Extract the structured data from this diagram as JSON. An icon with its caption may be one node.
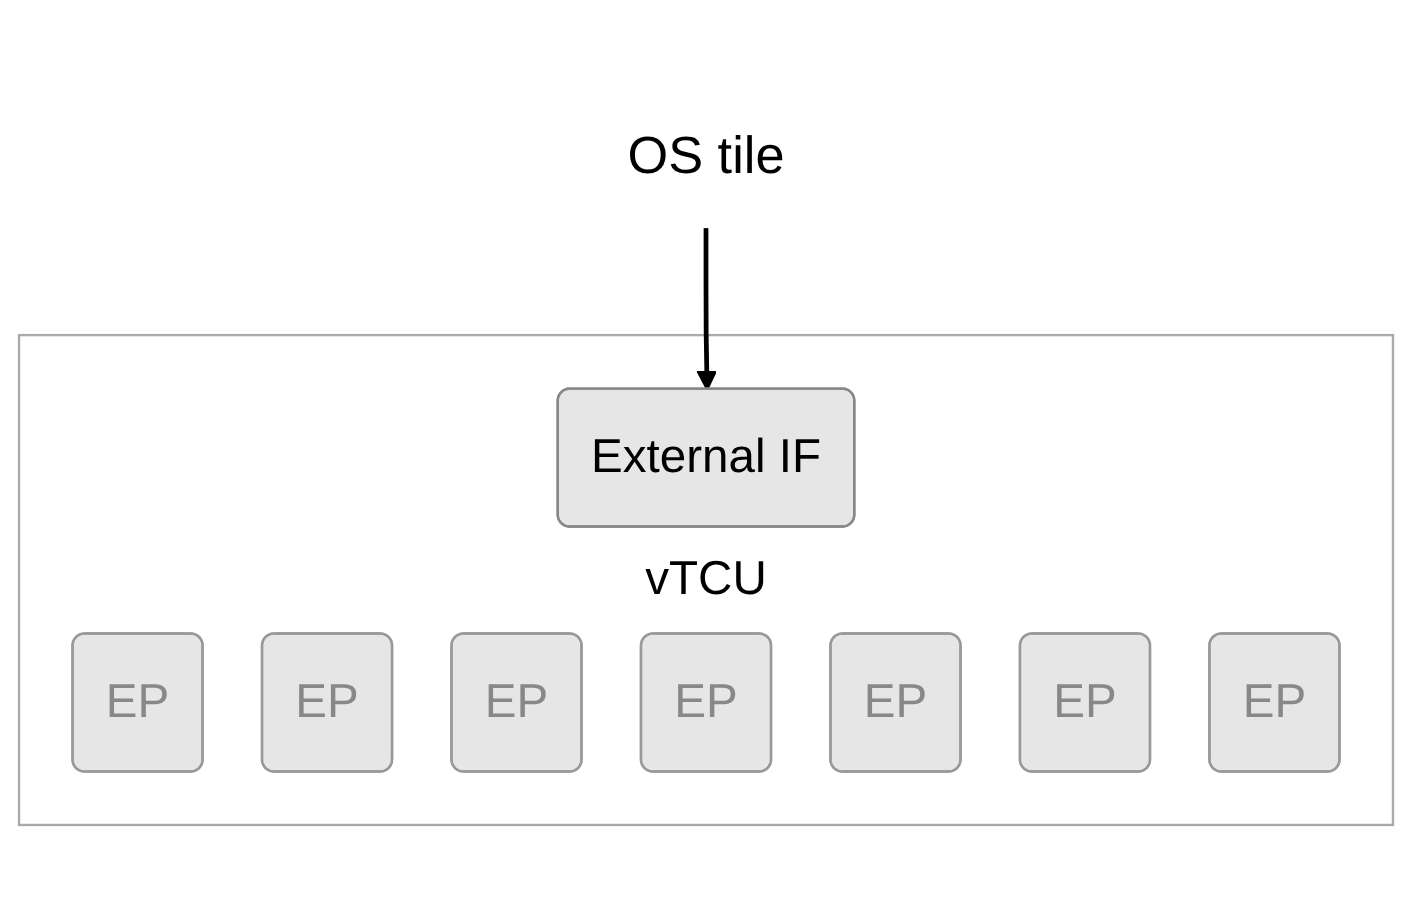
{
  "diagram": {
    "nodes": [
      {
        "text": [
          "OS tile"
        ]
      },
      {
        "text": [
          "vTCU"
        ]
      },
      {
        "text": [
          "External IF"
        ],
        "in": 1
      },
      {
        "text": [
          "EP"
        ],
        "in": 1
      },
      {
        "text": [
          "EP"
        ],
        "in": 1
      },
      {
        "text": [
          "EP"
        ],
        "in": 1
      },
      {
        "text": [
          "EP"
        ],
        "in": 1
      },
      {
        "text": [
          "EP"
        ],
        "in": 1
      },
      {
        "text": [
          "EP"
        ],
        "in": 1
      },
      {
        "text": [
          "EP"
        ],
        "in": 1
      }
    ],
    "edges": [
      {
        "from": 0,
        "to": 2,
        "arrow": "to"
      }
    ]
  }
}
